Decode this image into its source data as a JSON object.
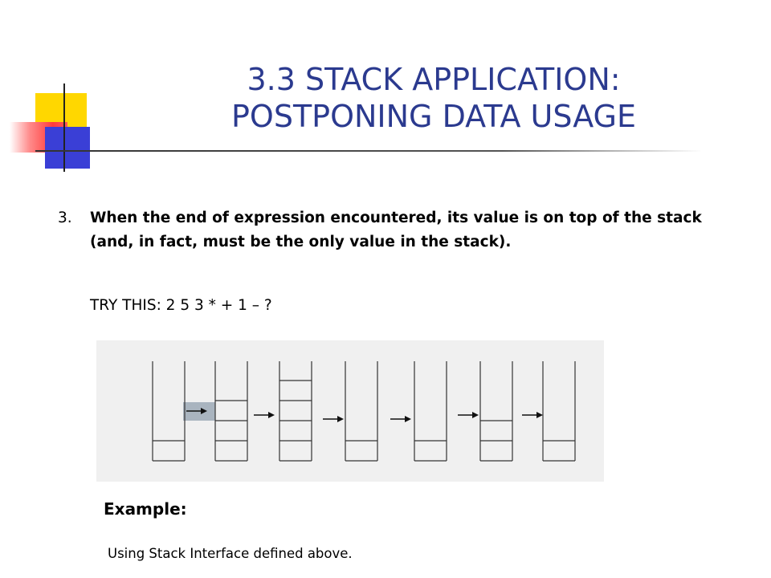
{
  "slide": {
    "title_lines": [
      "3.3 STACK APPLICATION:",
      "POSTPONING DATA USAGE"
    ],
    "point": {
      "number": "3.",
      "text": "When the end of expression encountered, its value is on top of the stack (and, in fact, must be the only value in the stack)."
    },
    "try_this": "TRY THIS: 2 5 3 * + 1 – ?",
    "example_label": "Example:",
    "note": "Using Stack Interface defined above."
  },
  "figure": {
    "stack_cells": [
      1,
      3,
      4,
      1,
      1,
      2,
      1
    ],
    "colors": {
      "panel": "#f0f0f0",
      "stroke": "#333333",
      "highlight": "#a9b4bf"
    }
  }
}
